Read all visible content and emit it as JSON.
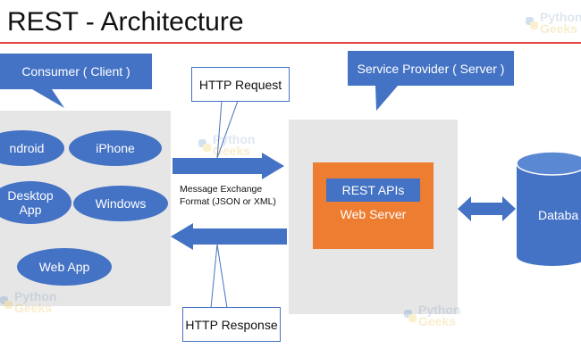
{
  "title": "REST - Architecture",
  "client": {
    "callout": "Consumer ( Client )",
    "items": [
      "ndroid",
      "iPhone",
      "Desktop\nApp",
      "Windows",
      "Web App"
    ]
  },
  "server": {
    "callout": "Service Provider ( Server )",
    "rest_apis": "REST APIs",
    "web_server": "Web Server"
  },
  "http_request": "HTTP Request",
  "http_response": "HTTP Response",
  "message_exchange": "Message Exchange\nFormat (JSON or XML)",
  "database": "Databa",
  "watermark": {
    "line1": "Python",
    "line2": "Geeks"
  },
  "colors": {
    "blue": "#4472c4",
    "orange": "#ed7d31",
    "panel": "#e6e6e6",
    "title_rule": "#e04444"
  }
}
